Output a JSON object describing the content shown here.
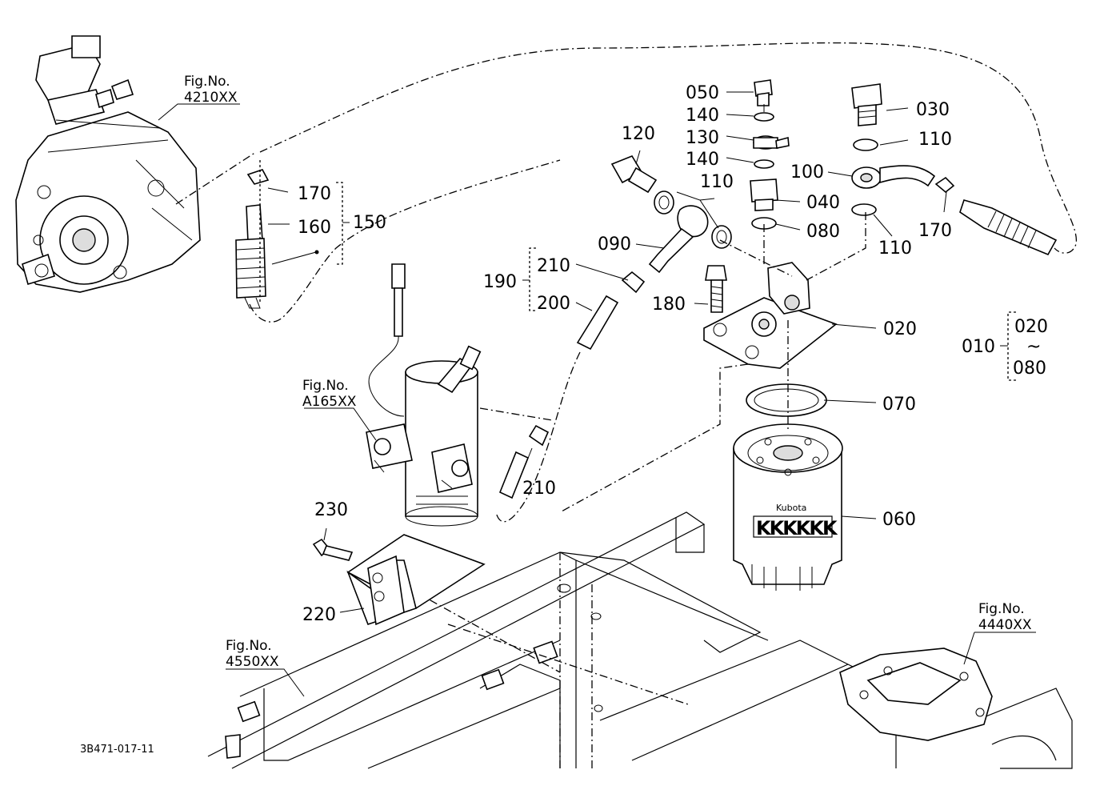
{
  "labels": {
    "c050": "050",
    "c140a": "140",
    "c130": "130",
    "c140b": "140",
    "c120": "120",
    "c110a": "110",
    "c090": "090",
    "c030": "030",
    "c110b": "110",
    "c100": "100",
    "c040": "040",
    "c080": "080",
    "c110c": "110",
    "c170a": "170",
    "c170b": "170",
    "c160": "160",
    "c150": "150",
    "c190": "190",
    "c210a": "210",
    "c200": "200",
    "c180": "180",
    "c020": "020",
    "c010": "010",
    "c020r": "020",
    "tilde": "~",
    "c080r": "080",
    "c070": "070",
    "c210b": "210",
    "c060": "060",
    "c230": "230",
    "c220": "220"
  },
  "figrefs": {
    "fig4210_head": "Fig.No.",
    "fig4210_num": "4210XX",
    "figA165_head": "Fig.No.",
    "figA165_num": "A165XX",
    "fig4550_head": "Fig.No.",
    "fig4550_num": "4550XX",
    "fig4440_head": "Fig.No.",
    "fig4440_num": "4440XX"
  },
  "filter_brand": "Kubota",
  "filter_band": "KKKKKK",
  "doc_id": "3B471-017-11"
}
